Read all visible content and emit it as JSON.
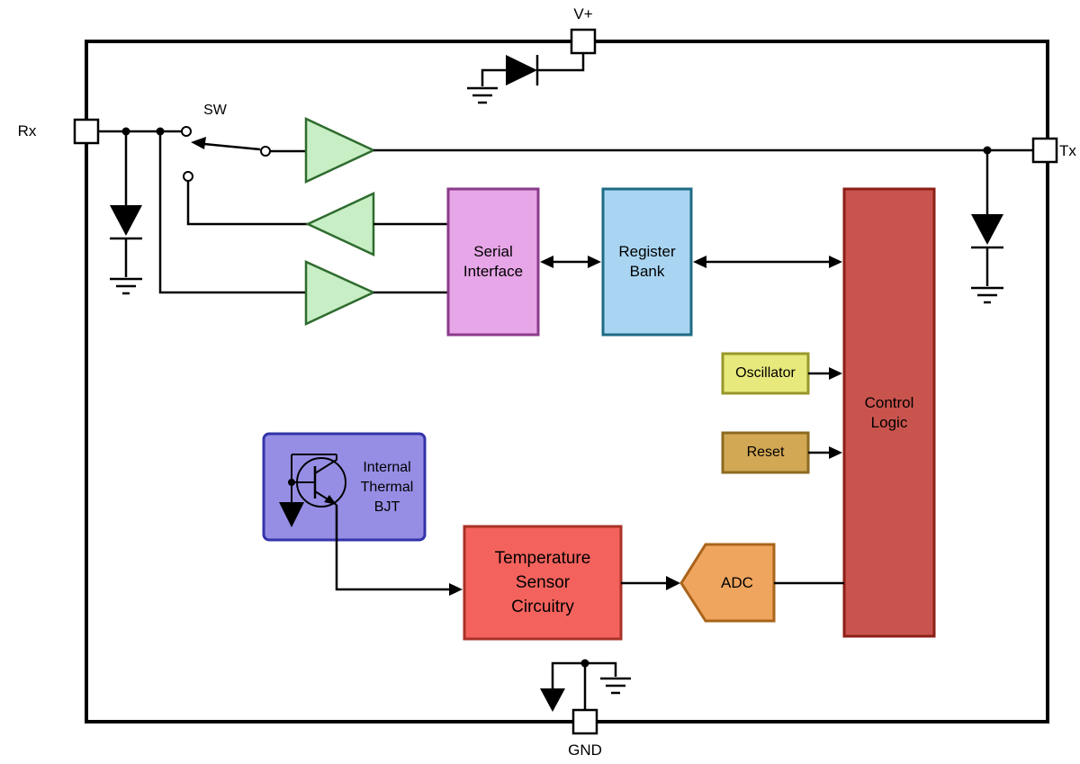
{
  "pins": {
    "vplus": "V+",
    "rx": "Rx",
    "tx": "Tx",
    "gnd": "GND"
  },
  "switch": {
    "label": "SW"
  },
  "blocks": {
    "serial_interface": {
      "label": "Serial\nInterface"
    },
    "register_bank": {
      "label": "Register\nBank"
    },
    "control_logic": {
      "label": "Control\nLogic"
    },
    "oscillator": {
      "label": "Oscillator"
    },
    "reset": {
      "label": "Reset"
    },
    "internal_thermal_bjt": {
      "label": "Internal\nThermal\nBJT"
    },
    "temperature_sensor_circuitry": {
      "label": "Temperature\nSensor\nCircuitry"
    },
    "adc": {
      "label": "ADC"
    }
  },
  "colors": {
    "wire": "#000000",
    "buffer_fill": "#c8eec5",
    "serial_interface_fill": "#e7a6e7",
    "register_bank_fill": "#a9d5f2",
    "control_logic_fill": "#c9544e",
    "oscillator_fill": "#e8e97d",
    "reset_fill": "#d2a855",
    "bjt_fill": "#968ee4",
    "temperature_sensor_fill": "#f4625d",
    "adc_fill": "#efa55e"
  }
}
